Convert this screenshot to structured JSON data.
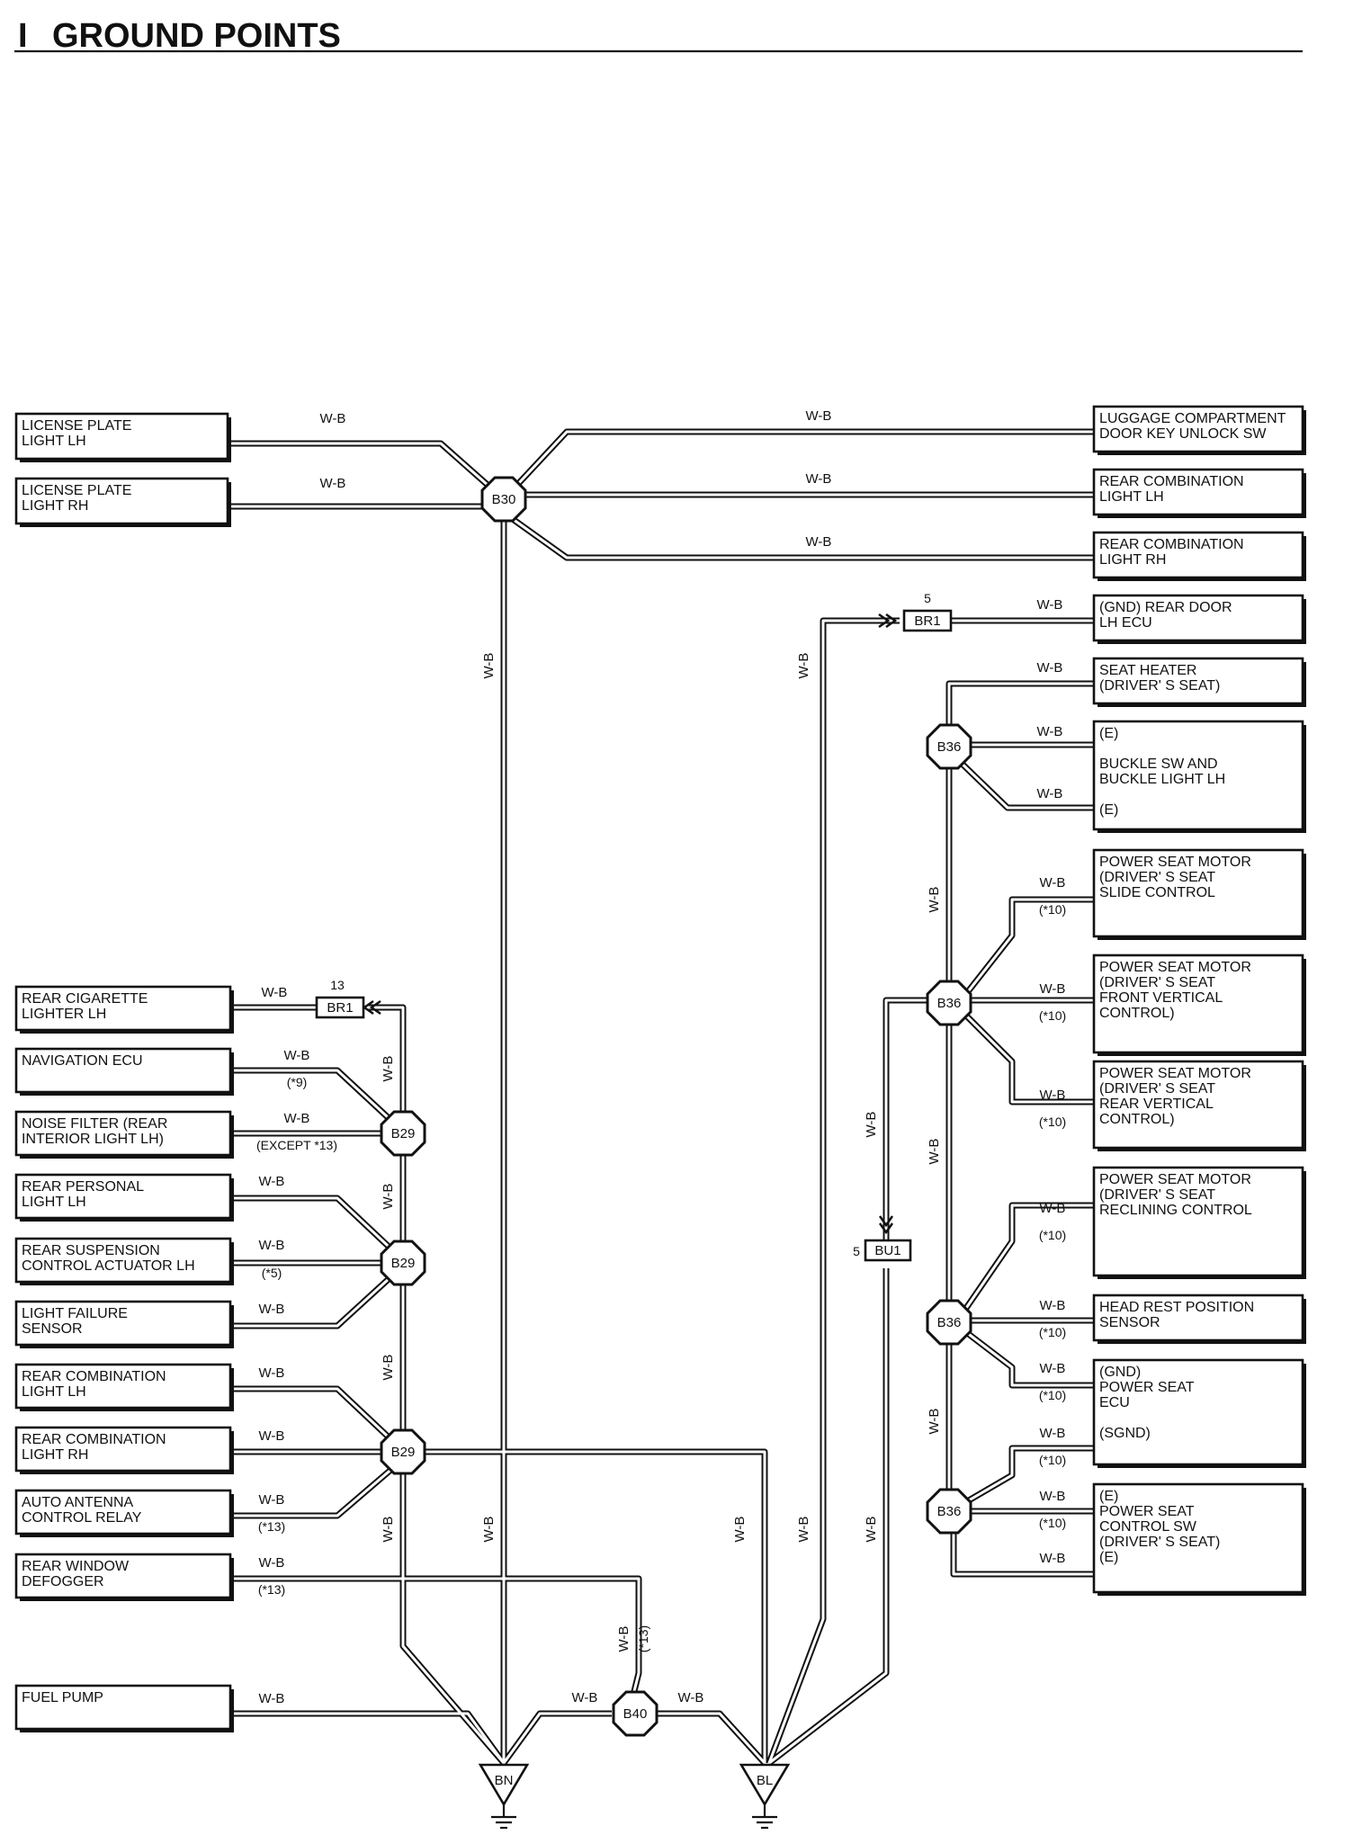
{
  "header": {
    "marker": "I",
    "title": "GROUND POINTS"
  },
  "wire_color": "W-B",
  "components": [
    {
      "id": "lp_lh",
      "lines": [
        "LICENSE PLATE",
        "LIGHT LH"
      ]
    },
    {
      "id": "lp_rh",
      "lines": [
        "LICENSE PLATE",
        "LIGHT RH"
      ]
    },
    {
      "id": "lug",
      "lines": [
        "LUGGAGE COMPARTMENT",
        "DOOR KEY UNLOCK SW"
      ]
    },
    {
      "id": "rcl_lh_r",
      "lines": [
        "REAR COMBINATION",
        "LIGHT LH"
      ]
    },
    {
      "id": "rcl_rh_r",
      "lines": [
        "REAR COMBINATION",
        "LIGHT RH"
      ]
    },
    {
      "id": "rdoor",
      "lines": [
        "(GND)   REAR DOOR",
        "           LH ECU"
      ]
    },
    {
      "id": "seatheat",
      "lines": [
        "SEAT HEATER",
        "(DRIVER' S SEAT)"
      ]
    },
    {
      "id": "buckle",
      "lines": [
        "(E)",
        "",
        "   BUCKLE SW AND",
        "   BUCKLE LIGHT LH",
        "",
        "(E)"
      ]
    },
    {
      "id": "psm_slide",
      "lines": [
        "POWER SEAT MOTOR",
        "(DRIVER' S SEAT",
        "  SLIDE CONTROL"
      ]
    },
    {
      "id": "psm_front",
      "lines": [
        "POWER SEAT MOTOR",
        "(DRIVER' S SEAT",
        "  FRONT VERTICAL",
        "  CONTROL)"
      ]
    },
    {
      "id": "psm_rear",
      "lines": [
        "POWER SEAT MOTOR",
        "(DRIVER' S SEAT",
        "  REAR VERTICAL",
        "  CONTROL)"
      ]
    },
    {
      "id": "psm_recl",
      "lines": [
        "POWER SEAT MOTOR",
        "(DRIVER' S SEAT",
        "  RECLINING CONTROL"
      ]
    },
    {
      "id": "headrest",
      "lines": [
        "HEAD REST POSITION",
        "SENSOR"
      ]
    },
    {
      "id": "psecu",
      "lines": [
        "(GND)",
        "                POWER SEAT",
        "                ECU",
        "",
        "(SGND)"
      ]
    },
    {
      "id": "psctl",
      "lines": [
        "(E)",
        "        POWER SEAT",
        "        CONTROL SW",
        "        (DRIVER' S SEAT)",
        "(E)"
      ]
    },
    {
      "id": "cig",
      "lines": [
        "REAR CIGARETTE",
        "LIGHTER LH"
      ]
    },
    {
      "id": "nav",
      "lines": [
        "NAVIGATION ECU"
      ]
    },
    {
      "id": "noise",
      "lines": [
        "NOISE FILTER (REAR",
        "INTERIOR LIGHT LH)"
      ]
    },
    {
      "id": "pers",
      "lines": [
        "REAR PERSONAL",
        "LIGHT LH"
      ]
    },
    {
      "id": "susp",
      "lines": [
        "REAR SUSPENSION",
        "CONTROL ACTUATOR LH"
      ]
    },
    {
      "id": "fail",
      "lines": [
        "LIGHT FAILURE",
        "SENSOR"
      ]
    },
    {
      "id": "rcl_lh_l",
      "lines": [
        "REAR COMBINATION",
        "LIGHT LH"
      ]
    },
    {
      "id": "rcl_rh_l",
      "lines": [
        "REAR COMBINATION",
        "LIGHT RH"
      ]
    },
    {
      "id": "ant",
      "lines": [
        "AUTO ANTENNA",
        "CONTROL RELAY"
      ]
    },
    {
      "id": "defog",
      "lines": [
        "REAR WINDOW",
        "DEFOGGER"
      ]
    },
    {
      "id": "fuel",
      "lines": [
        "FUEL PUMP"
      ]
    }
  ],
  "junctions": [
    {
      "id": "b30",
      "label": "B30"
    },
    {
      "id": "b36a",
      "label": "B36"
    },
    {
      "id": "b36b",
      "label": "B36"
    },
    {
      "id": "b36c",
      "label": "B36"
    },
    {
      "id": "b36d",
      "label": "B36"
    },
    {
      "id": "b29a",
      "label": "B29"
    },
    {
      "id": "b29b",
      "label": "B29"
    },
    {
      "id": "b29c",
      "label": "B29"
    },
    {
      "id": "b40",
      "label": "B40"
    }
  ],
  "connectors": [
    {
      "id": "br1_r",
      "label": "BR1",
      "pin": "5"
    },
    {
      "id": "br1_l",
      "label": "BR1",
      "pin": "13"
    },
    {
      "id": "bu1",
      "label": "BU1",
      "pin": "5"
    }
  ],
  "ground_points": [
    {
      "id": "bn",
      "label": "BN"
    },
    {
      "id": "bl",
      "label": "BL"
    }
  ],
  "notes": {
    "n9": "(*9)",
    "n5": "(*5)",
    "n10": "(*10)",
    "n13": "(*13)",
    "n13v": "(*13)",
    "except13": "(EXCEPT *13)"
  }
}
